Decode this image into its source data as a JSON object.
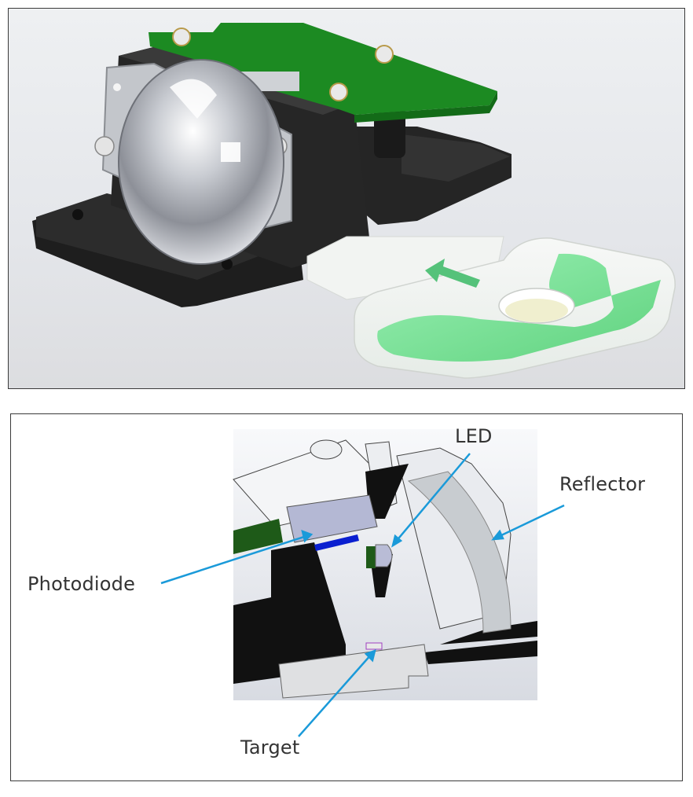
{
  "figure": {
    "top_panel": {
      "description": "3D render of optical sensor assembly with dome lens, black housing, green PCB, and sliding white target card with green markings and arrow",
      "colors": {
        "housing": "#2b2b2b",
        "pcb": "#1f8a2a",
        "target_card": "#f4f6f4",
        "target_marking": "#6fdc8c",
        "lens": "#c9ccd2",
        "background": "#e6e8eb"
      }
    },
    "bottom_panel": {
      "description": "Cross-section view of the sensor showing internal components",
      "labels": {
        "led": "LED",
        "reflector": "Reflector",
        "photodiode": "Photodiode",
        "target": "Target"
      },
      "colors": {
        "leader_line": "#1a9ad9",
        "photodiode_blue": "#0a1fd0",
        "photodiode_body": "#b4b8d4",
        "reflector": "#c8ccd0",
        "housing_section": "#111111",
        "pcb_section": "#1e5a18",
        "text": "#333333"
      }
    }
  }
}
